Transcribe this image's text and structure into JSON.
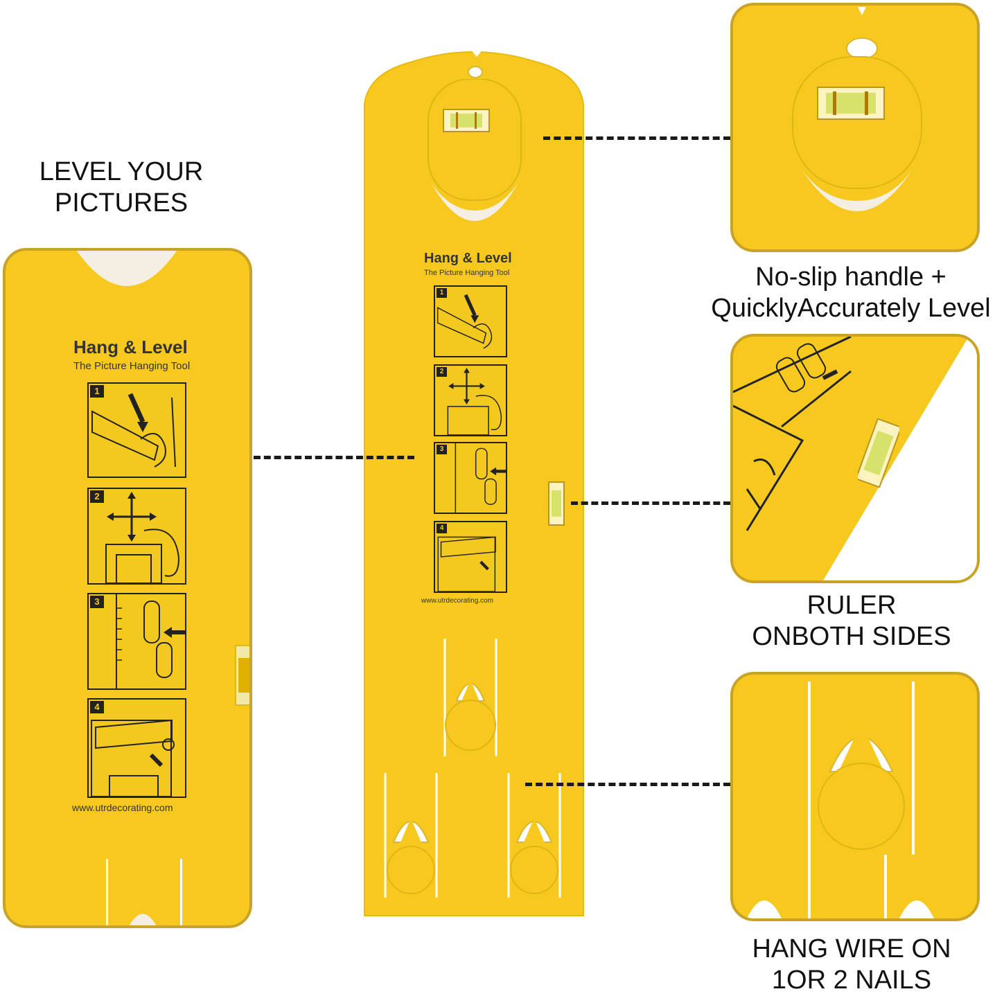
{
  "captions": {
    "level": [
      "LEVEL YOUR",
      "PICTURES"
    ],
    "handle": [
      "No-slip handle +",
      "QuicklyAccurately Level"
    ],
    "ruler": [
      "RULER",
      "ONBOTH SIDES"
    ],
    "wire": [
      "HANG WIRE ON",
      "1OR 2 NAILS"
    ]
  },
  "product": {
    "brand": "Hang & Level",
    "subtitle": "The Picture Hanging Tool",
    "url": "www.utrdecorating.com",
    "steps": [
      "1",
      "2",
      "3",
      "4"
    ]
  },
  "colors": {
    "tool_yellow": "#f7c91e",
    "panel_border": "#c9a227",
    "handle_white": "#f4efe2",
    "bubble_green": "#d6e26a"
  },
  "icons": [
    "bubble-level-icon",
    "handle-icon",
    "nail-hook-icon",
    "step-illustration-icon"
  ]
}
